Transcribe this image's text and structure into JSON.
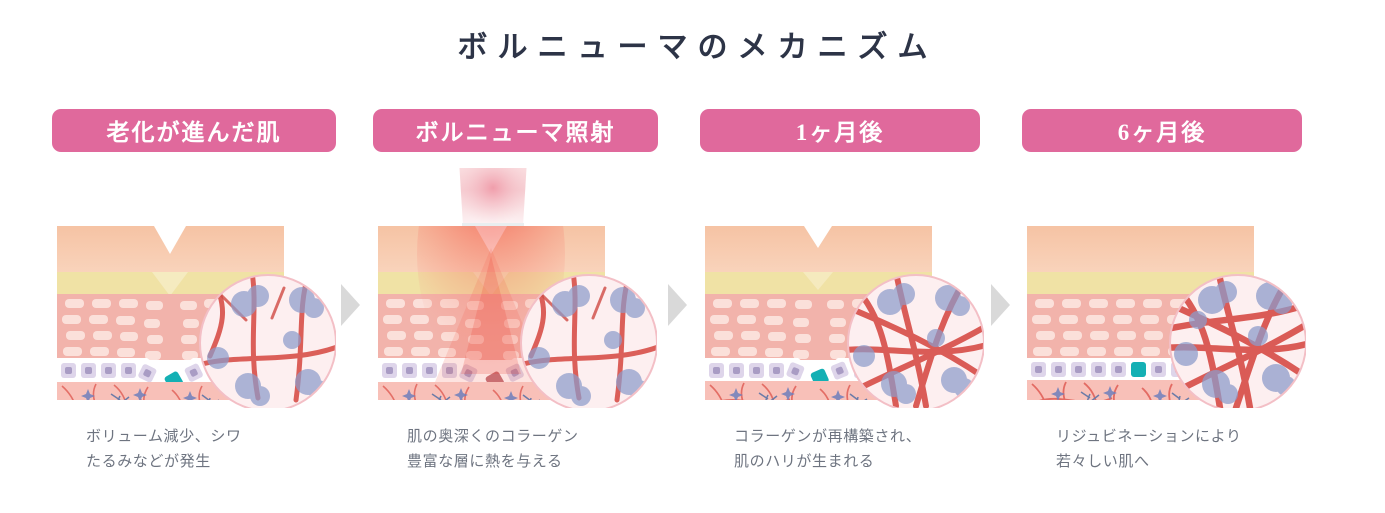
{
  "page": {
    "title": "ボルニューマのメカニズム",
    "background_color": "#ffffff",
    "title_color": "#2d3447",
    "badge_color": "#e0699c",
    "badge_text_color": "#ffffff",
    "caption_color": "#6e7480",
    "arrow_color": "#d9d9d9"
  },
  "steps": [
    {
      "badge": "老化が進んだ肌",
      "caption_line1": "ボリューム減少、シワ",
      "caption_line2": "たるみなどが発生",
      "illustration": "aged-skin-cross-section"
    },
    {
      "badge": "ボルニューマ照射",
      "caption_line1": "肌の奥深くのコラーゲン",
      "caption_line2": "豊富な層に熱を与える",
      "illustration": "skin-cross-section-with-handpiece-heat"
    },
    {
      "badge": "1ヶ月後",
      "caption_line1": "コラーゲンが再構築され、",
      "caption_line2": "肌のハリが生まれる",
      "illustration": "skin-cross-section-rebuilt-collagen"
    },
    {
      "badge": "6ヶ月後",
      "caption_line1": "リジュビネーションにより",
      "caption_line2": "若々しい肌へ",
      "illustration": "smooth-skin-cross-section-dense-collagen"
    }
  ],
  "arrows": [
    {
      "name": "step-arrow-1"
    },
    {
      "name": "step-arrow-2"
    },
    {
      "name": "step-arrow-3"
    }
  ]
}
